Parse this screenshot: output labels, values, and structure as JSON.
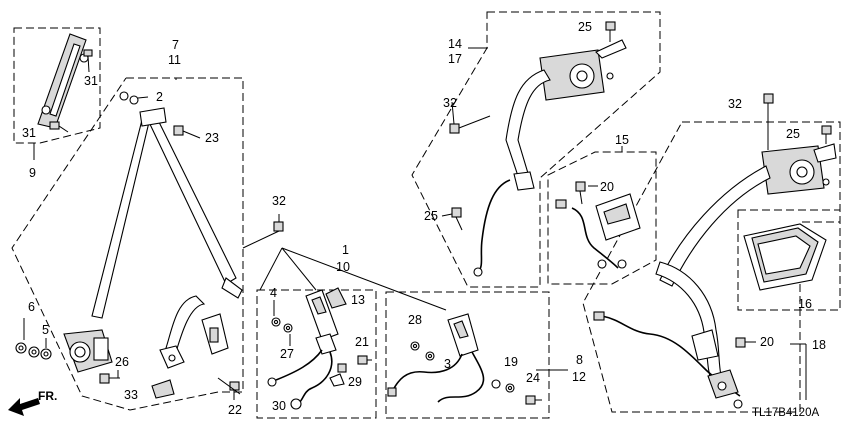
{
  "diagram_code": "TL17B4120A",
  "direction_label": "FR.",
  "callouts": {
    "c1": "1",
    "c2": "2",
    "c3": "3",
    "c4": "4",
    "c5": "5",
    "c6": "6",
    "c7": "7",
    "c8": "8",
    "c9": "9",
    "c10": "10",
    "c11": "11",
    "c12": "12",
    "c13": "13",
    "c14": "14",
    "c15": "15",
    "c16": "16",
    "c17": "17",
    "c18": "18",
    "c19": "19",
    "c20": "20",
    "c21": "21",
    "c22": "22",
    "c23": "23",
    "c24": "24",
    "c25": "25",
    "c26": "26",
    "c27": "27",
    "c28": "28",
    "c29": "29",
    "c30": "30",
    "c31": "31",
    "c32": "32",
    "c33": "33"
  }
}
